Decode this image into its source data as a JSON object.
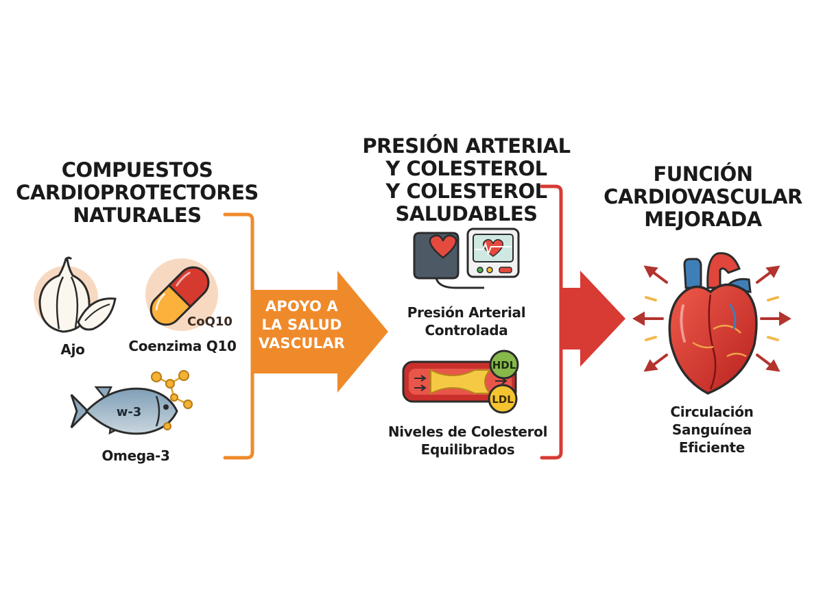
{
  "left": {
    "heading": [
      "COMPUESTOS",
      "CARDIOPROTECTORES",
      "NATURALES"
    ],
    "garlic_label": "Ajo",
    "capsule_text": "CoQ10",
    "coq10_label": "Coenzima Q10",
    "fish_text": "w-3",
    "omega_label": "Omega-3"
  },
  "arrow": {
    "label": [
      "APOYO A",
      "LA SALUD",
      "VASCULAR"
    ]
  },
  "middle": {
    "heading": [
      "PRESIÓN ARTERIAL",
      "Y COLESTEROL",
      "Y COLESTEROL",
      "SALUDABLES"
    ],
    "bp_label": [
      "Presión Arterial",
      "Controlada"
    ],
    "hdl_badge": "HDL",
    "ldl_badge": "LDL",
    "chol_label": [
      "Niveles de Colesterol",
      "Equilibrados"
    ]
  },
  "right": {
    "heading": [
      "FUNCIÓN",
      "CARDIOVASCULAR",
      "MEJORADA"
    ],
    "label": [
      "Circulación",
      "Sanguínea",
      "Eficiente"
    ]
  },
  "colors": {
    "orange": "#ef8a2b",
    "red": "#d83a34",
    "outline": "#2b2b2b"
  },
  "icons": [
    "garlic-icon",
    "capsule-icon",
    "fish-icon",
    "blood-pressure-monitor-icon",
    "artery-icon",
    "heart-icon"
  ]
}
